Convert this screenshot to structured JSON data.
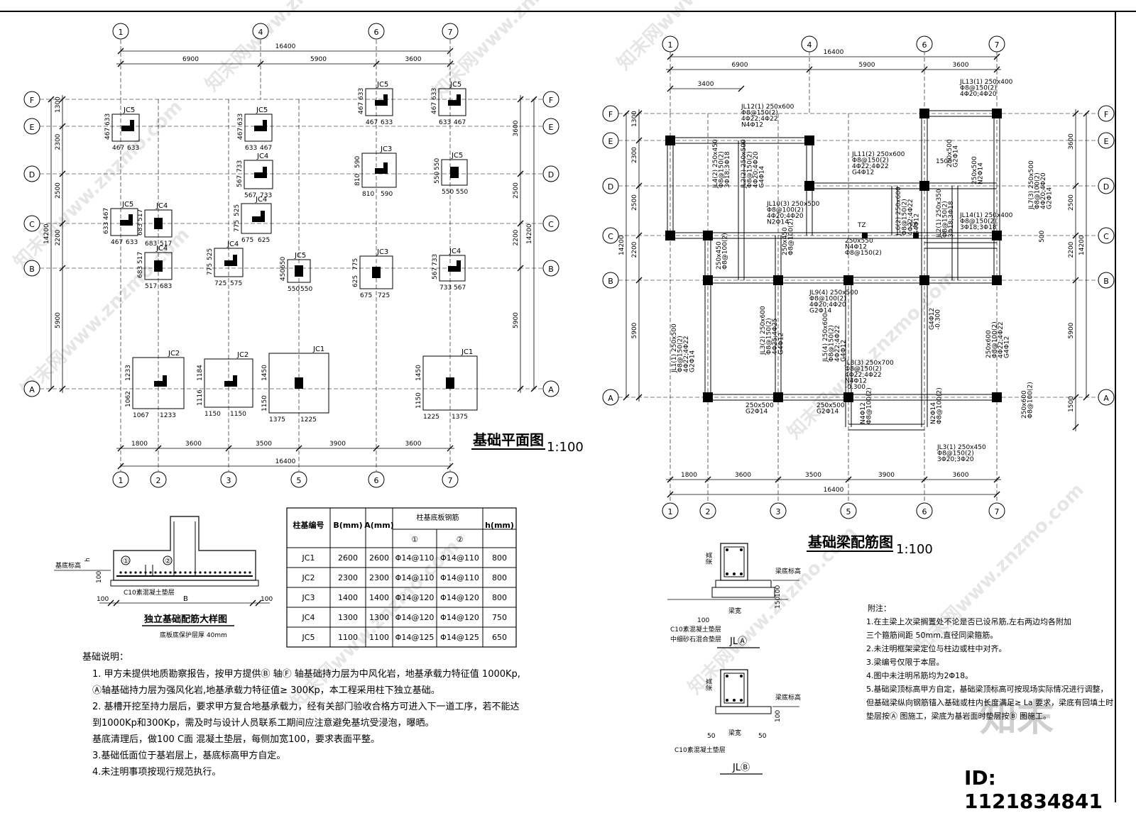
{
  "plan1": {
    "title": "基础平面图",
    "scale": "1:100",
    "top_axes": [
      "1",
      "4",
      "6",
      "7"
    ],
    "bottom_axes": [
      "1",
      "2",
      "3",
      "5",
      "6",
      "7"
    ],
    "row_axes": [
      "F",
      "E",
      "D",
      "C",
      "B",
      "A"
    ],
    "top_total": "16400",
    "top_dims": [
      "6900",
      "5900",
      "3600"
    ],
    "bottom_total": "16400",
    "bottom_dims": [
      "1800",
      "3600",
      "3500",
      "3900",
      "3600"
    ],
    "left_dims": [
      "1300",
      "2300",
      "2500",
      "2200",
      "5900"
    ],
    "left_total": "14200",
    "right_dims": [
      "3600",
      "2500",
      "2200",
      "5900"
    ],
    "right_total": "14200",
    "footings": [
      {
        "label": "JC5",
        "d1": "633",
        "d2": "467",
        "d3": "467",
        "d4": "633"
      },
      {
        "label": "JC5",
        "d1": "633",
        "d2": "467",
        "d3": "633",
        "d4": "467"
      },
      {
        "label": "JC5",
        "d1": "633",
        "d2": "467",
        "d3": "467",
        "d4": "633"
      },
      {
        "label": "JC5",
        "d1": "633",
        "d2": "467",
        "d3": "633",
        "d4": "467"
      },
      {
        "label": "JC4",
        "d1": "733",
        "d2": "567",
        "d3": "567",
        "d4": "733"
      },
      {
        "label": "JC3",
        "d1": "590",
        "d2": "810",
        "d3": "810",
        "d4": "590"
      },
      {
        "label": "JC5",
        "d1": "550",
        "d2": "550",
        "d3": "550",
        "d4": "550"
      },
      {
        "label": "JC5",
        "d1": "467",
        "d2": "633",
        "d3": "467",
        "d4": "633"
      },
      {
        "label": "JC4",
        "d1": "517",
        "d2": "683",
        "d3": "683",
        "d4": "517"
      },
      {
        "label": "JC4",
        "d1": "525",
        "d2": "775",
        "d3": "675",
        "d4": "625"
      },
      {
        "label": "JC4",
        "d1": "517",
        "d2": "683",
        "d3": "517",
        "d4": "683"
      },
      {
        "label": "JC4",
        "d1": "525",
        "d2": "775",
        "d3": "725",
        "d4": "575"
      },
      {
        "label": "JC5",
        "d1": "650",
        "d2": "450",
        "d3": "550",
        "d4": "550"
      },
      {
        "label": "JC3",
        "d1": "775",
        "d2": "625",
        "d3": "675",
        "d4": "725"
      },
      {
        "label": "JC4",
        "d1": "733",
        "d2": "567",
        "d3": "733",
        "d4": "567"
      },
      {
        "label": "JC2",
        "d1": "1233",
        "d2": "1062",
        "d3": "1067",
        "d4": "1233"
      },
      {
        "label": "JC2",
        "d1": "1184",
        "d2": "1116",
        "d3": "1150",
        "d4": "1150"
      },
      {
        "label": "JC1",
        "d1": "1450",
        "d2": "1150",
        "d3": "1375",
        "d4": "1225"
      },
      {
        "label": "JC1",
        "d1": "1450",
        "d2": "1150",
        "d3": "1225",
        "d4": "1375"
      }
    ]
  },
  "plan2": {
    "title": "基础梁配筋图",
    "scale": "1:100",
    "top_axes": [
      "1",
      "4",
      "6",
      "7"
    ],
    "bottom_axes": [
      "1",
      "2",
      "3",
      "5",
      "6",
      "7"
    ],
    "row_axes": [
      "F",
      "E",
      "D",
      "C",
      "B",
      "A"
    ],
    "top_total": "16400",
    "top_dims": [
      "6900",
      "5900",
      "3600"
    ],
    "top_sub": "3400",
    "bottom_total": "16400",
    "bottom_dims": [
      "1800",
      "3600",
      "3500",
      "3900",
      "3600"
    ],
    "left_dims": [
      "1300",
      "2300",
      "2500",
      "2200",
      "5900"
    ],
    "left_total": "14200",
    "right_dims": [
      "3600",
      "2500",
      "2200",
      "5900",
      "1500"
    ],
    "right_total": "14200",
    "misc": [
      "1500",
      "500",
      "TZ",
      "TZ"
    ],
    "beam_h": [
      [
        "JL13(1) 250x400",
        "Φ8@150(2)",
        "4Φ20;4Φ20"
      ],
      [
        "JL12(1) 250x600",
        "Φ8@150(2)",
        "4Φ22;4Φ22",
        "N4Φ12"
      ],
      [
        "JL11(2) 250x600",
        "Φ8@150(2)",
        "4Φ22;4Φ22",
        "G4Φ12"
      ],
      [
        "JL10(3) 250x500",
        "Φ8@100(2)",
        "4Φ20;4Φ20",
        "N2Φ14"
      ],
      [
        "250x550",
        "N4Φ12",
        "Φ8@150(2)"
      ],
      [
        "JL14(1) 250x400",
        "Φ8@150(2)",
        "3Φ18;3Φ18"
      ],
      [
        "JL9(4) 250x500",
        "Φ8@100(2)",
        "4Φ20;4Φ20",
        "G2Φ14"
      ],
      [
        "JL8(3) 250x700",
        "Φ8@150(2)",
        "4Φ22;4Φ22",
        "N4Φ12",
        "-0.300"
      ],
      [
        "JL3(1) 250x450",
        "Φ8@150(2)",
        "3Φ20;3Φ20"
      ],
      [
        "250x500",
        "G2Φ14"
      ],
      [
        "250x500",
        "G2Φ14"
      ]
    ],
    "beam_v": [
      [
        "JL1(1) 250x500",
        "Φ8@150(2)",
        "4Φ22;4Φ22",
        "G2Φ14"
      ],
      [
        "JL4(2) 250x450",
        "Φ8@150(2)",
        "3Φ18;3Φ18"
      ],
      [
        "JL2(2) 250x500",
        "Φ8@150(2)",
        "4Φ20;4Φ20",
        "G4Φ14"
      ],
      [
        "JL6(2) 250x600",
        "Φ8@150(2)",
        "4Φ22;4Φ22",
        "G4Φ12"
      ],
      [
        "JL7(3) 250x500",
        "Φ8@100(2)",
        "4Φ20;4Φ20",
        "G2Φ14"
      ],
      [
        "250x500",
        "G2Φ14"
      ],
      [
        "JL2(1) 250x350",
        "Φ8@150(2)",
        "3Φ18;3Φ18"
      ],
      [
        "250x450",
        "Φ8@100(2)"
      ],
      [
        "JL3(2) 250x600",
        "Φ8@150(2)",
        "4Φ25;4Φ25",
        "G4Φ12"
      ],
      [
        "JL5(4) 250x600",
        "Φ8@150(2)",
        "4Φ22;4Φ22",
        "G4Φ12"
      ],
      [
        "G4Φ12",
        "-0.300"
      ],
      [
        "250x600",
        "Φ8@100(2)",
        "4Φ22;4Φ22",
        "G4Φ12"
      ],
      [
        "N4Φ12",
        "Φ8@100(2)"
      ],
      [
        "N2Φ14",
        "Φ8@100(2)"
      ],
      [
        "250x600",
        "Φ8@100(2)"
      ],
      [
        "250x450",
        "Φ8@100(2)"
      ],
      [
        "250x500",
        "N2Φ14"
      ]
    ]
  },
  "table": {
    "head": {
      "no": "柱基编号",
      "b": "B(mm)",
      "a": "A(mm)",
      "rebar": "柱基底板钢筋",
      "r1": "①",
      "r2": "②",
      "h": "h(mm)"
    },
    "rows": [
      [
        "JC1",
        "2600",
        "2600",
        "Φ14@110",
        "Φ14@110",
        "800"
      ],
      [
        "JC2",
        "2300",
        "2300",
        "Φ14@110",
        "Φ14@110",
        "800"
      ],
      [
        "JC3",
        "1400",
        "1400",
        "Φ14@120",
        "Φ14@120",
        "800"
      ],
      [
        "JC4",
        "1300",
        "1300",
        "Φ14@120",
        "Φ14@120",
        "750"
      ],
      [
        "JC5",
        "1100",
        "1100",
        "Φ14@125",
        "Φ14@125",
        "650"
      ]
    ]
  },
  "detail": {
    "title": "独立基础配筋大样图",
    "subtitle": "底板底保护层厚 40mm",
    "base_label": "基底标高",
    "pad_label": "C10素混凝土垫层",
    "h_label": "h",
    "t100": "100",
    "left100": "100",
    "right100": "100",
    "b_label": "B",
    "m1": "①",
    "m2": "②"
  },
  "foundation_notes": {
    "heading": "基础说明：",
    "lines": [
      "1. 甲方未提供地质勘察报告，按甲方提供Ⓑ  轴Ⓕ     轴基础持力层为中风化岩，地基承载力特征值     1000Kp,",
      "   Ⓐ轴基础持力层为强风化岩,地基承载力特征值≥  300Kp，本工程采用柱下独立基础。",
      "2. 基槽开挖至持力层后，要求甲方复合地基承载力，经有关部门验收合格方可进入下一道工序，若不能达",
      "   到1000Kp和300Kp，需及时与设计人员联系工期间应注意避免基坑受浸泡，曝晒。",
      "   基底清理后，做100 C面      混凝土垫层，每侧加宽100，要求表面平整。",
      "3.基础低面位于基岩层上，基底标高甲方自定。",
      "4.未注明事项按现行规范执行。"
    ]
  },
  "sections": {
    "a_title": "JLⒶ",
    "b_title": "JLⒷ",
    "beam_height": "梁高",
    "beam_width": "梁宽",
    "beam_base": "梁底标高",
    "pad": "C10素混凝土垫层",
    "sand": "中细砂石混合垫层",
    "d100": "100",
    "d150": "150",
    "d50": "50"
  },
  "beam_notes": {
    "heading": "附注：",
    "lines": [
      "1.在主梁上次梁搁置处不论是否已设吊筋,左右两边均各附加",
      "  三个箍筋间距 50mm,直径同梁箍筋。",
      "2.未注明框架梁定位与柱边或柱中对齐。",
      "3.梁编号仅限于本层。",
      "4.图中未注明吊筋均为2Φ18。",
      "5.基础梁顶标高甲方自定，基础梁顶标高可按现场实际情况进行调整，",
      "  但基础梁纵向钢筋锚入基础或柱内长度满足≥  La 要求，梁底有回填土时，",
      "  垫层按Ⓐ  图施工，梁底为基岩面时垫层按Ⓑ  图施工。"
    ]
  },
  "watermark": {
    "text": "知末网www.znzmo.com",
    "logo": "知末"
  },
  "id_badge": "ID: 1121834841"
}
